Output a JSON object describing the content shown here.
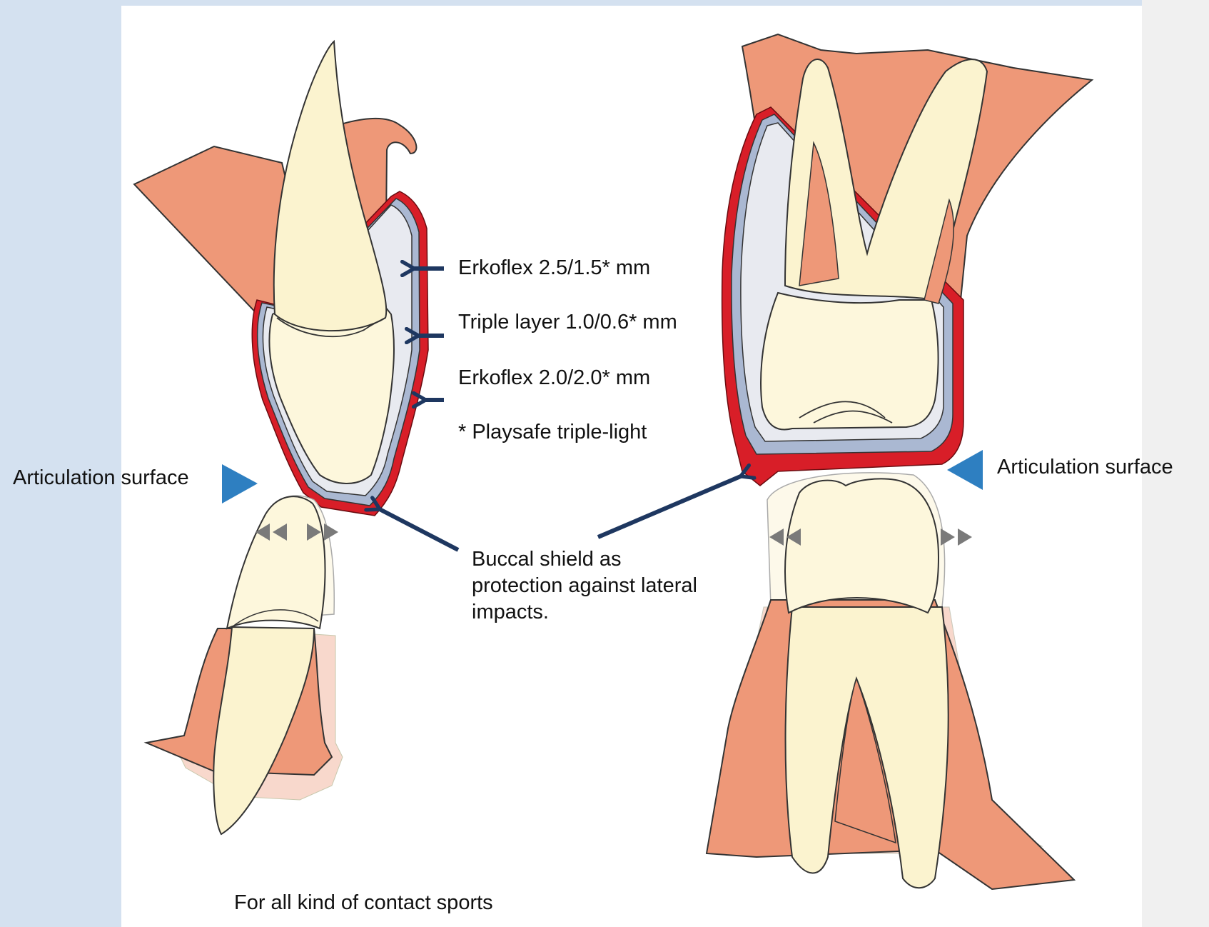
{
  "labels": {
    "erkoflex_top": "Erkoflex 2.5/1.5* mm",
    "triple_layer": "Triple layer 1.0/0.6* mm",
    "erkoflex_bottom": "Erkoflex 2.0/2.0* mm",
    "playsafe_note": "* Playsafe triple-light",
    "articulation_left": "Articulation surface",
    "articulation_right": "Articulation surface",
    "buccal_line1": "Buccal shield as",
    "buccal_line2": "protection against lateral",
    "buccal_line3": "impacts.",
    "footer": "For all kind of contact sports"
  },
  "colors": {
    "background_side": "#d4e1f0",
    "panel": "#ffffff",
    "gum": "#ee9878",
    "gum_faded": "#f7cfc0",
    "enamel": "#fbf3cf",
    "crown": "#fdf7dc",
    "shield_red": "#d81e28",
    "layer_grey": "#e8eaf0",
    "layer_blue": "#aab8d2",
    "arrow_navy": "#1e3760",
    "marker_blue": "#2e7fc1",
    "small_arrow_grey": "#7a7a7a"
  },
  "icons": {
    "pointer": "arrow-icon",
    "articulation_marker": "triangle-icon",
    "lateral_movement": "double-chevron-icon"
  }
}
